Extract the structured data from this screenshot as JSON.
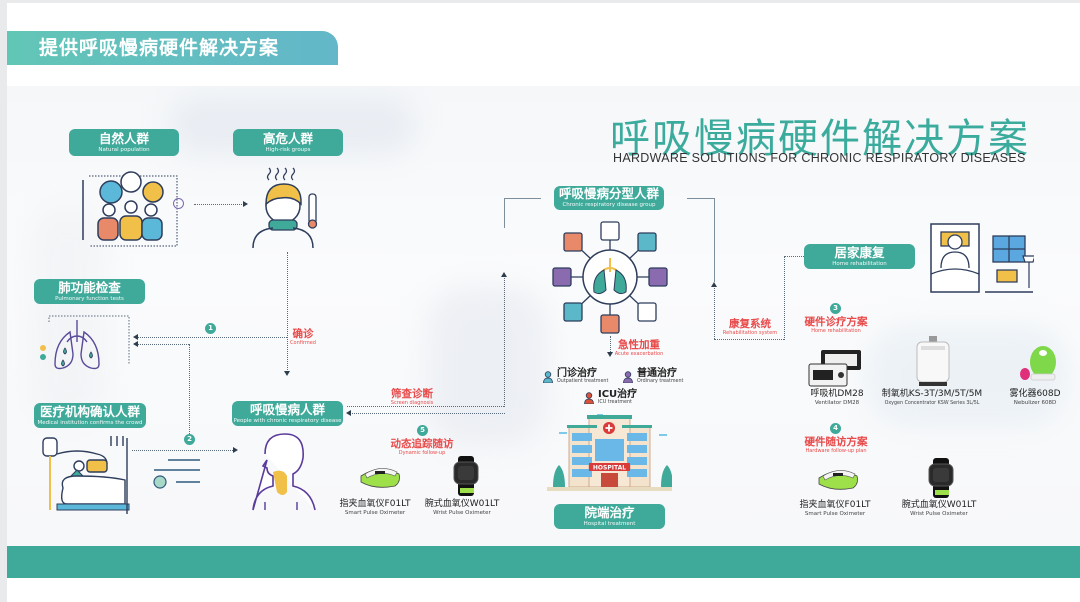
{
  "header": {
    "banner_title": "提供呼吸慢病硬件解决方案"
  },
  "diagram": {
    "title_zh": "呼吸慢病硬件解决方案",
    "title_en": "HARDWARE SOLUTIONS FOR CHRONIC RESPIRATORY DISEASES",
    "nodes": {
      "natural_population": {
        "zh": "自然人群",
        "en": "Natural population"
      },
      "high_risk": {
        "zh": "高危人群",
        "en": "High-risk groups"
      },
      "pulmonary_test": {
        "zh": "肺功能检查",
        "en": "Pulmonary function tests"
      },
      "medical_confirm": {
        "zh": "医疗机构确认人群",
        "en": "Medical institution confirms the crowd"
      },
      "chronic_people": {
        "zh": "呼吸慢病人群",
        "en": "People with chronic respiratory disease"
      },
      "chronic_group": {
        "zh": "呼吸慢病分型人群",
        "en": "Chronic respiratory disease group"
      },
      "hospital": {
        "zh": "院端治疗",
        "en": "Hospital treatment"
      },
      "home_rehab": {
        "zh": "居家康复",
        "en": "Home rehabilitation"
      }
    },
    "labels": {
      "confirmed": {
        "zh": "确诊",
        "en": "Confirmed"
      },
      "screen": {
        "zh": "筛查诊断",
        "en": "Screen diagnosis"
      },
      "dynamic": {
        "zh": "动态追踪随访",
        "en": "Dynamic follow-up"
      },
      "acute": {
        "zh": "急性加重",
        "en": "Acute exacerbation"
      },
      "rehab_system": {
        "zh": "康复系统",
        "en": "Rehabilitation system"
      },
      "hw_diag": {
        "zh": "硬件诊疗方案",
        "en": "Home rehabilitation"
      },
      "hw_follow": {
        "zh": "硬件随访方案",
        "en": "Hardware follow-up plan"
      }
    },
    "steps": [
      "1",
      "2",
      "3",
      "4",
      "5"
    ],
    "treatments": [
      {
        "zh": "门诊治疗",
        "en": "Outpatient treatment",
        "color": "#5bb8c9"
      },
      {
        "zh": "普通治疗",
        "en": "Ordinary treatment",
        "color": "#8a6bb0"
      },
      {
        "zh": "ICU治疗",
        "en": "ICU treatment",
        "color": "#d9533a"
      }
    ],
    "hospital_sign": "HOSPITAL",
    "products_follow_left": [
      {
        "zh": "指夹血氧仪F01LT",
        "en": "Smart Pulse Oximeter"
      },
      {
        "zh": "腕式血氧仪W01LT",
        "en": "Wrist Pulse Oximeter"
      }
    ],
    "products_home": [
      {
        "zh": "呼吸机DM28",
        "en": "Ventilator DM28"
      },
      {
        "zh": "制氧机KS-3T/3M/5T/5M",
        "en": "Oxygen Concentrator KSW Series 3L/5L"
      },
      {
        "zh": "雾化器608D",
        "en": "Nebulizer 608D"
      }
    ],
    "products_follow_right": [
      {
        "zh": "指夹血氧仪F01LT",
        "en": "Smart Pulse Oximeter"
      },
      {
        "zh": "腕式血氧仪W01LT",
        "en": "Wrist Pulse Oximeter"
      }
    ],
    "colors": {
      "teal": "#3fa99a",
      "red": "#e94a4a",
      "navy": "#2e3d5c",
      "yellow": "#f0c048",
      "purple": "#8a6bb0",
      "orange": "#e88a6a",
      "blue": "#5bb8d9"
    }
  }
}
